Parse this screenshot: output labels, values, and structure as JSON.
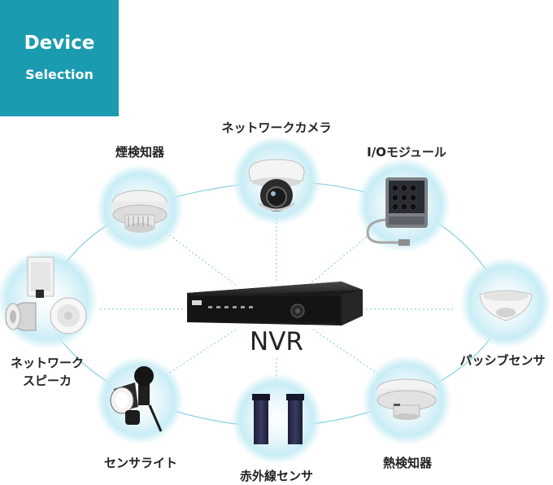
{
  "badge": {
    "line1": "Device",
    "line2": "Selection"
  },
  "center": {
    "label": "NVR"
  },
  "devices": {
    "smoke": "煙検知器",
    "camera": "ネットワークカメラ",
    "io": "I/Oモジュール",
    "speaker_line1": "ネットワーク",
    "speaker_line2": "スピーカ",
    "passive": "パッシブセンサ",
    "light": "センサライト",
    "beam": "赤外線センサ",
    "heat": "熱検知器"
  },
  "colors": {
    "badge": "#1b9bb0",
    "line": "#8fd4e0",
    "halo": "#c6ecf4"
  },
  "icons": [
    "smoke-detector-icon",
    "dome-camera-icon",
    "io-module-icon",
    "speaker-icon",
    "passive-sensor-icon",
    "sensor-light-icon",
    "infrared-beam-sensor-icon",
    "heat-detector-icon",
    "nvr-recorder-icon"
  ]
}
